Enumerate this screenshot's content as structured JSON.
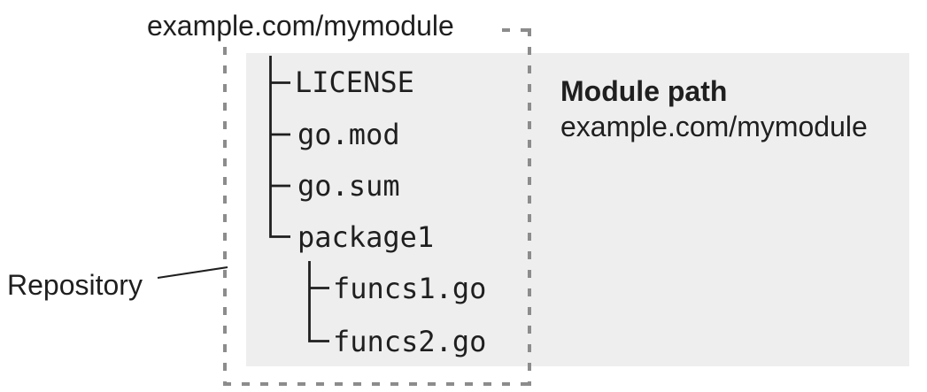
{
  "repository": {
    "title": "example.com/mymodule",
    "label": "Repository"
  },
  "module_path": {
    "heading": "Module path",
    "value": "example.com/mymodule"
  },
  "file_tree": {
    "root_items": [
      "LICENSE",
      "go.mod",
      "go.sum",
      "package1"
    ],
    "package1_children": [
      "funcs1.go",
      "funcs2.go"
    ]
  },
  "colors": {
    "panel_background": "#eeeeee",
    "dashed_border": "#8c8c8c",
    "text": "#1f1f1f"
  }
}
